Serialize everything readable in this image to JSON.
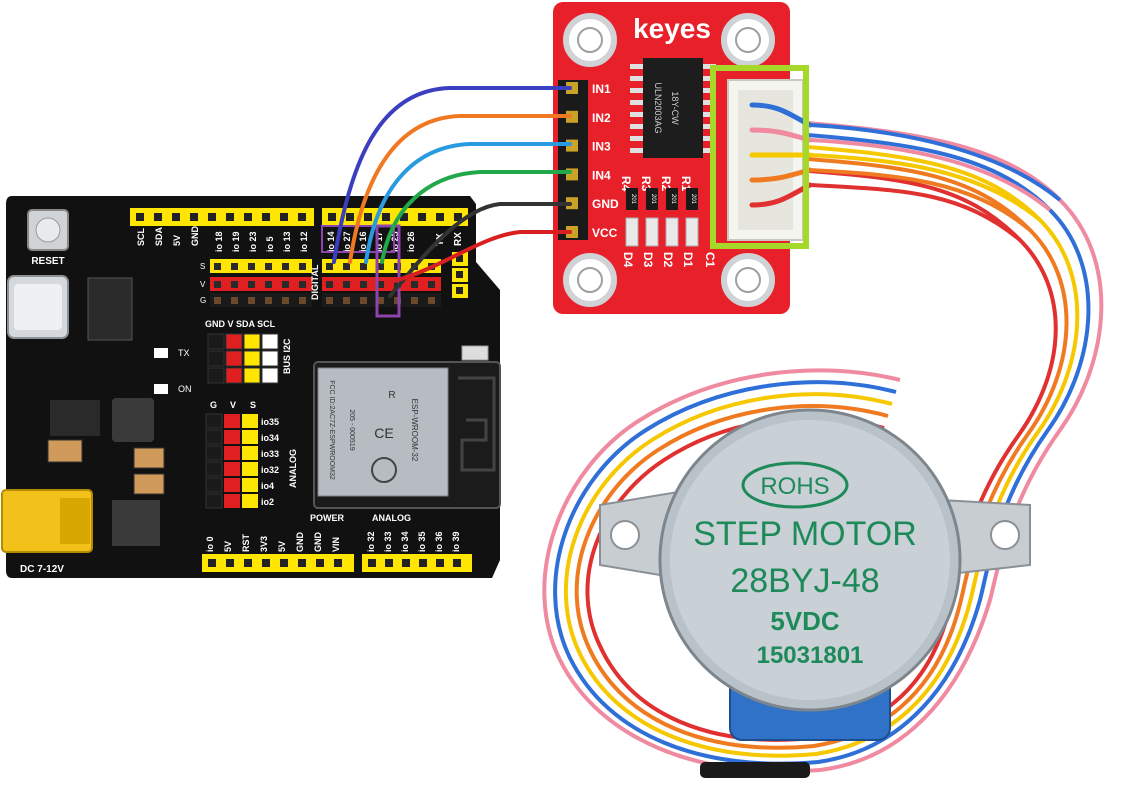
{
  "board": {
    "reset_label": "RESET",
    "dc_label": "DC 7-12V",
    "top_header_left": [
      "SCL",
      "SDA",
      "5V",
      "GND"
    ],
    "digital_pins": [
      "io 18",
      "io 19",
      "io 23",
      "io 5",
      "io 13",
      "io 12",
      "io 14",
      "io 27",
      "io 16",
      "io 17",
      "io 25",
      "io 26"
    ],
    "svg_row_labels": [
      "S",
      "V",
      "G"
    ],
    "digital_label": "DIGITAL",
    "tx_label": "TX",
    "rx_label": "RX",
    "tx_small": "TX",
    "on_small": "ON",
    "i2c_header": [
      "GND",
      "V",
      "SDA",
      "SCL"
    ],
    "bus_i2c_label": "BUS I2C",
    "analog_cols": [
      "G",
      "V",
      "S"
    ],
    "analog_side_label": "ANALOG",
    "analog_pins": [
      "io35",
      "io34",
      "io33",
      "io32",
      "io4",
      "io2"
    ],
    "power_label": "POWER",
    "analog_label": "ANALOG",
    "power_pins": [
      "io 0",
      "5V",
      "RST",
      "3V3",
      "5V",
      "GND",
      "GND",
      "VIN"
    ],
    "analog_bottom_pins": [
      "io 32",
      "io 33",
      "io 34",
      "io 35",
      "io 36",
      "io 39"
    ],
    "module_lines": [
      "ESP-WROOM-32",
      "FCC ID:2AC7Z-ESPWROOM32",
      "205 - 000519"
    ],
    "module_marks": [
      "R",
      "CE"
    ]
  },
  "driver": {
    "brand": "keyes",
    "inputs": [
      "IN1",
      "IN2",
      "IN3",
      "IN4",
      "GND",
      "VCC"
    ],
    "chip_text": [
      "ULN2003AG",
      "18Y-CW"
    ],
    "resistors": [
      "R4",
      "R3",
      "R2",
      "R1"
    ],
    "resistor_values": [
      "201",
      "201",
      "201",
      "201"
    ],
    "leds": [
      "D4",
      "D3",
      "D2",
      "D1"
    ],
    "cap_label": "C1"
  },
  "motor": {
    "rohs": "ROHS",
    "line1": "STEP MOTOR",
    "line2": "28BYJ-48",
    "line3": "5VDC",
    "line4": "15031801"
  },
  "colors": {
    "board": "#111111",
    "header_yellow": "#ffe600",
    "header_red": "#e02020",
    "driver_red": "#e8202a",
    "highlight_green": "#a6d82a",
    "highlight_purple": "#8e44ad",
    "wire_in1": "#3a3fbf",
    "wire_in2": "#f07820",
    "wire_in3": "#2a9ae0",
    "wire_in4": "#22a84a",
    "wire_gnd": "#333333",
    "wire_vcc": "#d82020",
    "motor_wire_blue": "#2f6fd8",
    "motor_wire_pink": "#f08aa0",
    "motor_wire_yellow": "#f5c800",
    "motor_wire_orange": "#f07a20",
    "motor_wire_red": "#e03030"
  }
}
